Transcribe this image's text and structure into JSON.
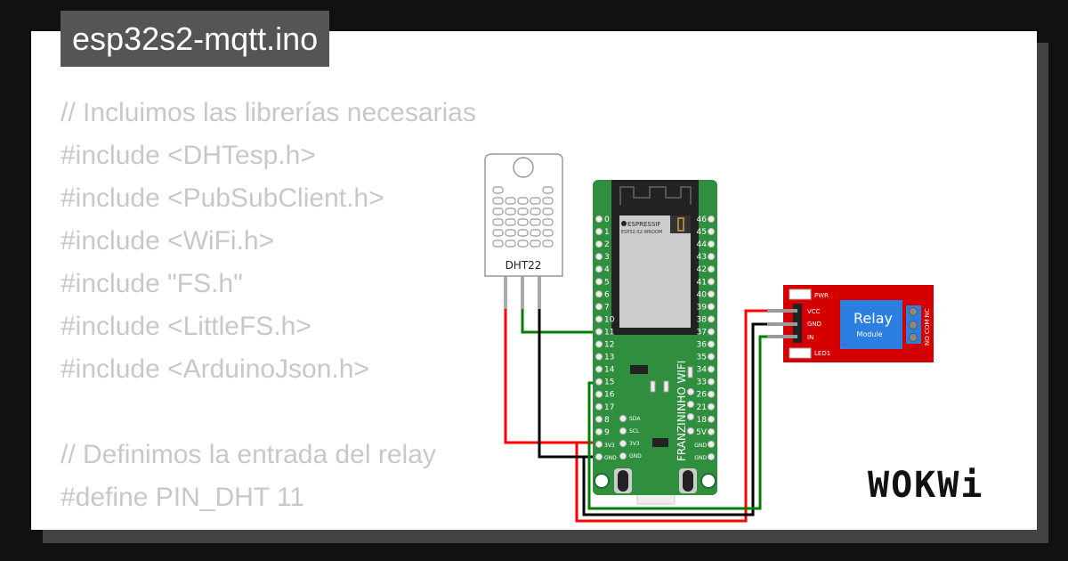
{
  "title": "esp32s2-mqtt.ino",
  "code_lines": [
    "// Incluimos las librerías necesarias",
    "#include <DHTesp.h>",
    "#include <PubSubClient.h>",
    "#include <WiFi.h>",
    "#include \"FS.h\"",
    "#include <LittleFS.h>",
    "#include <ArduinoJson.h>",
    "",
    "// Definimos la entrada del relay",
    "#define PIN_DHT 11"
  ],
  "dht": {
    "label": "DHT22"
  },
  "relay": {
    "title": "Relay",
    "subtitle": "Module",
    "pwr": "PWR",
    "led": "LED1",
    "pins": [
      "VCC",
      "GND",
      "IN"
    ],
    "outputs": "NO COM NC"
  },
  "esp": {
    "chip_brand": "ESPRESSIF",
    "chip_model": "ESP32-S2 WROOM",
    "board_name": "FRANZININHO WIFI",
    "left_pins": [
      "0",
      "1",
      "2",
      "3",
      "4",
      "5",
      "6",
      "7",
      "10",
      "11",
      "12",
      "13",
      "14",
      "15",
      "16",
      "17",
      "8",
      "9",
      "3V3",
      "GND"
    ],
    "right_pins": [
      "46",
      "45",
      "44",
      "43",
      "42",
      "41",
      "40",
      "39",
      "38",
      "37",
      "36",
      "35",
      "34",
      "33",
      "26",
      "21",
      "18",
      "5V",
      "GND",
      "GND"
    ],
    "inner_pins": [
      "SDA",
      "SCL",
      "3V3",
      "GND"
    ]
  },
  "colors": {
    "board": "#2f8f3f",
    "relay": "#d40000",
    "relay_block": "#2b7fe0",
    "wire_red": "#ff0000",
    "wire_green": "#008000",
    "wire_black": "#000000"
  },
  "logo": "WOKWi"
}
